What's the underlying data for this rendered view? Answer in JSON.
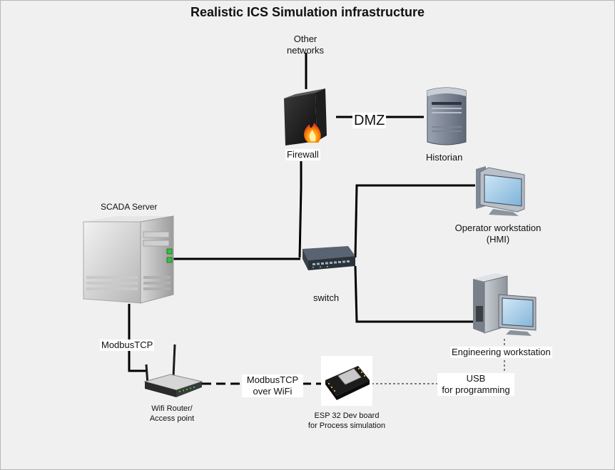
{
  "diagram": {
    "title": "Realistic ICS Simulation infrastructure",
    "labels": {
      "other_networks": [
        "Other",
        "networks"
      ],
      "firewall": "Firewall",
      "dmz": "DMZ",
      "historian": "Historian",
      "scada_server": "SCADA Server",
      "operator_workstation": [
        "Operator workstation",
        "(HMI)"
      ],
      "switch": "switch",
      "engineering_workstation": "Engineering workstation",
      "modbus_tcp": "ModbusTCP",
      "modbus_wifi": [
        "ModbusTCP",
        "over WiFi"
      ],
      "usb": [
        "USB",
        "for programming"
      ],
      "wifi_router": [
        "Wifi Router/",
        "Access point"
      ],
      "esp32": [
        "ESP 32 Dev board",
        "for Process simulation"
      ]
    },
    "icons": [
      "firewall-icon",
      "historian-server-icon",
      "scada-server-icon",
      "switch-icon",
      "operator-workstation-icon",
      "engineering-workstation-icon",
      "wifi-router-icon",
      "esp32-board-icon"
    ]
  }
}
